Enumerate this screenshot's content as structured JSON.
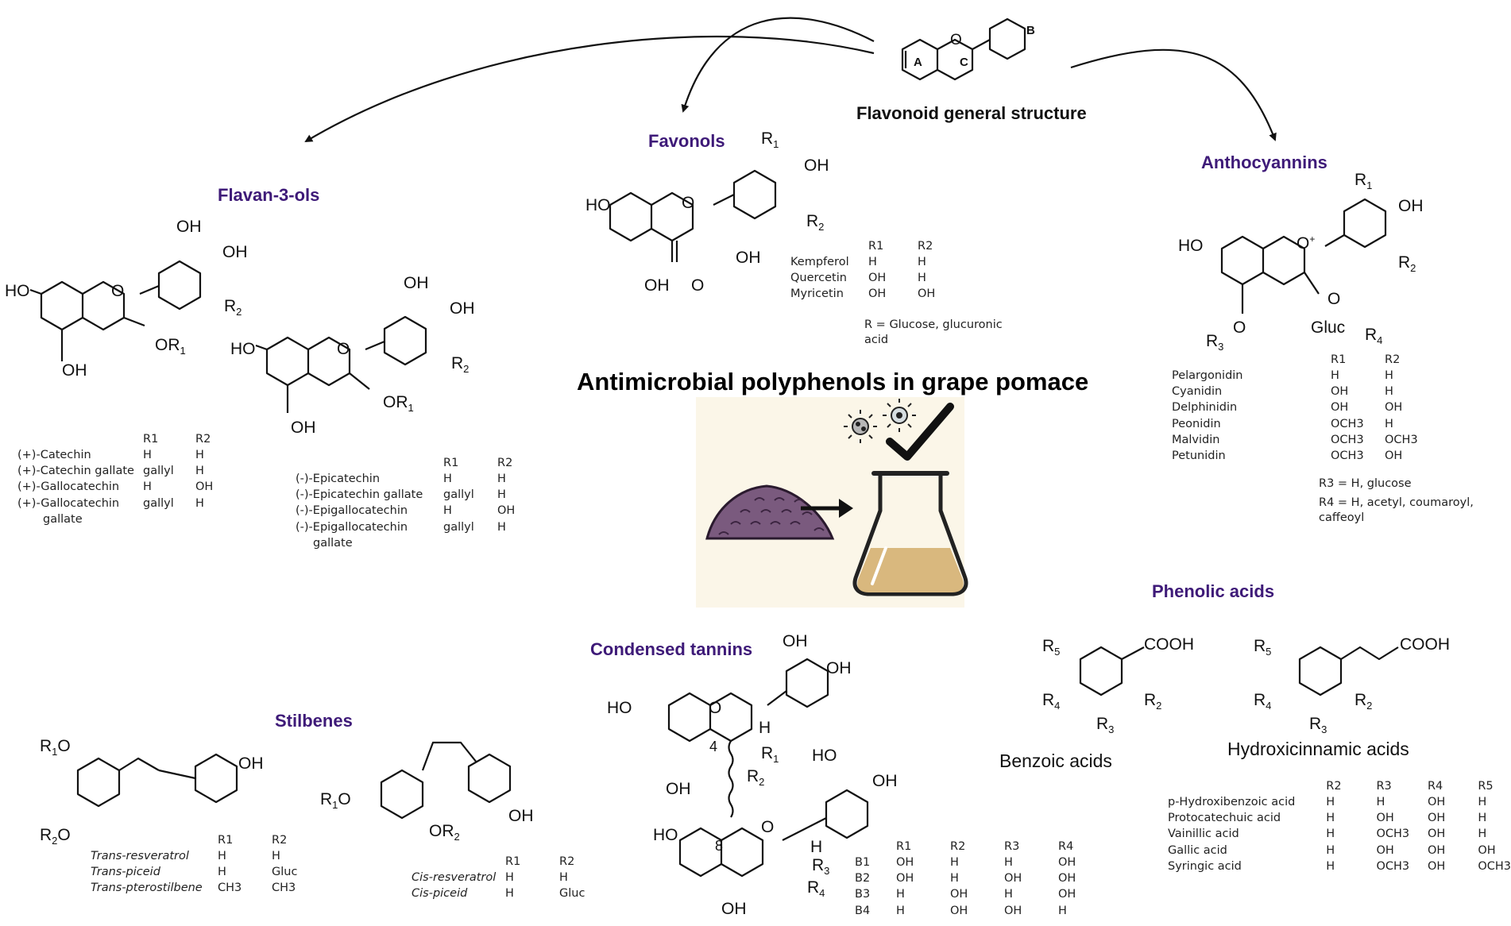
{
  "title": "Antimicrobial polyphenols in grape pomace",
  "flavonoid": {
    "label": "Flavonoid general structure",
    "ring_a": "A",
    "ring_b": "B",
    "ring_c": "C",
    "o": "O"
  },
  "headings": {
    "flavan3ols": "Flavan-3-ols",
    "flavonols": "Favonols",
    "anthocyanins": "Anthocyannins",
    "phenolic_acids": "Phenolic acids",
    "condensed_tannins": "Condensed tannins",
    "stilbenes": "Stilbenes"
  },
  "atoms": {
    "ho": "HO",
    "oh": "OH",
    "o": "O",
    "h": "H",
    "or": "OR",
    "gluc": "Gluc",
    "cooh": "COOH",
    "r": "R",
    "n1": "1",
    "n2": "2",
    "n3": "3",
    "n4": "4",
    "n5": "5",
    "plus": "+",
    "pos4": "4",
    "pos8": "8"
  },
  "flavan3ols": {
    "table1": {
      "header": [
        "",
        "R1",
        "R2"
      ],
      "rows": [
        [
          "(+)-Catechin",
          "H",
          "H"
        ],
        [
          "(+)-Catechin gallate",
          "gallyl",
          "H"
        ],
        [
          "(+)-Gallocatechin",
          "H",
          "OH"
        ],
        [
          "(+)-Gallocatechin",
          "gallyl",
          "H"
        ],
        [
          "gallate",
          "",
          ""
        ]
      ]
    },
    "table2": {
      "header": [
        "",
        "R1",
        "R2"
      ],
      "rows": [
        [
          "(-)-Epicatechin",
          "H",
          "H"
        ],
        [
          "(-)-Epicatechin gallate",
          "gallyl",
          "H"
        ],
        [
          "(-)-Epigallocatechin",
          "H",
          "OH"
        ],
        [
          "(-)-Epigallocatechin",
          "gallyl",
          "H"
        ],
        [
          "gallate",
          "",
          ""
        ]
      ]
    }
  },
  "flavonols": {
    "table": {
      "header": [
        "",
        "R1",
        "R2"
      ],
      "rows": [
        [
          "Kempferol",
          "H",
          "H"
        ],
        [
          "Quercetin",
          "OH",
          "H"
        ],
        [
          "Myricetin",
          "OH",
          "OH"
        ]
      ]
    },
    "note1": "R = Glucose, glucuronic",
    "note2": "acid"
  },
  "anthocyanins": {
    "table": {
      "header": [
        "",
        "R1",
        "R2"
      ],
      "rows": [
        [
          "Pelargonidin",
          "H",
          "H"
        ],
        [
          "Cyanidin",
          "OH",
          "H"
        ],
        [
          "Delphinidin",
          "OH",
          "OH"
        ],
        [
          "Peonidin",
          "OCH3",
          "H"
        ],
        [
          "Malvidin",
          "OCH3",
          "OCH3"
        ],
        [
          "Petunidin",
          "OCH3",
          "OH"
        ]
      ]
    },
    "note_r3": "R3 = H, glucose",
    "note_r4": "R4 = H, acetyl, coumaroyl, caffeoyl"
  },
  "phenolic_acids": {
    "benzoic_label": "Benzoic acids",
    "hydroxicinnamic_label": "Hydroxicinnamic acids",
    "table": {
      "header": [
        "",
        "R2",
        "R3",
        "R4",
        "R5"
      ],
      "rows": [
        [
          "p-Hydroxibenzoic acid",
          "H",
          "H",
          "OH",
          "H"
        ],
        [
          "Protocatechuic acid",
          "H",
          "OH",
          "OH",
          "H"
        ],
        [
          "Vainillic acid",
          "H",
          "OCH3",
          "OH",
          "H"
        ],
        [
          "Gallic acid",
          "H",
          "OH",
          "OH",
          "OH"
        ],
        [
          "Syringic acid",
          "H",
          "OCH3",
          "OH",
          "OCH3"
        ]
      ]
    }
  },
  "condensed_tannins": {
    "table": {
      "header": [
        "",
        "R1",
        "R2",
        "R3",
        "R4"
      ],
      "rows": [
        [
          "B1",
          "OH",
          "H",
          "H",
          "OH"
        ],
        [
          "B2",
          "OH",
          "H",
          "OH",
          "OH"
        ],
        [
          "B3",
          "H",
          "OH",
          "H",
          "OH"
        ],
        [
          "B4",
          "H",
          "OH",
          "OH",
          "H"
        ]
      ]
    }
  },
  "stilbenes": {
    "table1": {
      "header": [
        "",
        "R1",
        "R2"
      ],
      "rows": [
        [
          "Trans-resveratrol",
          "H",
          "H"
        ],
        [
          "Trans-piceid",
          "H",
          "Gluc"
        ],
        [
          "Trans-pterostilbene",
          "CH3",
          "CH3"
        ]
      ]
    },
    "table2": {
      "header": [
        "",
        "R1",
        "R2"
      ],
      "rows": [
        [
          "Cis-resveratrol",
          "H",
          "H"
        ],
        [
          "Cis-piceid",
          "H",
          "Gluc"
        ]
      ]
    }
  },
  "colors": {
    "heading": "#3e1a78",
    "panel": "#fbf6e8",
    "pomace": "#7a5a7e",
    "liquid": "#d9b87e"
  }
}
